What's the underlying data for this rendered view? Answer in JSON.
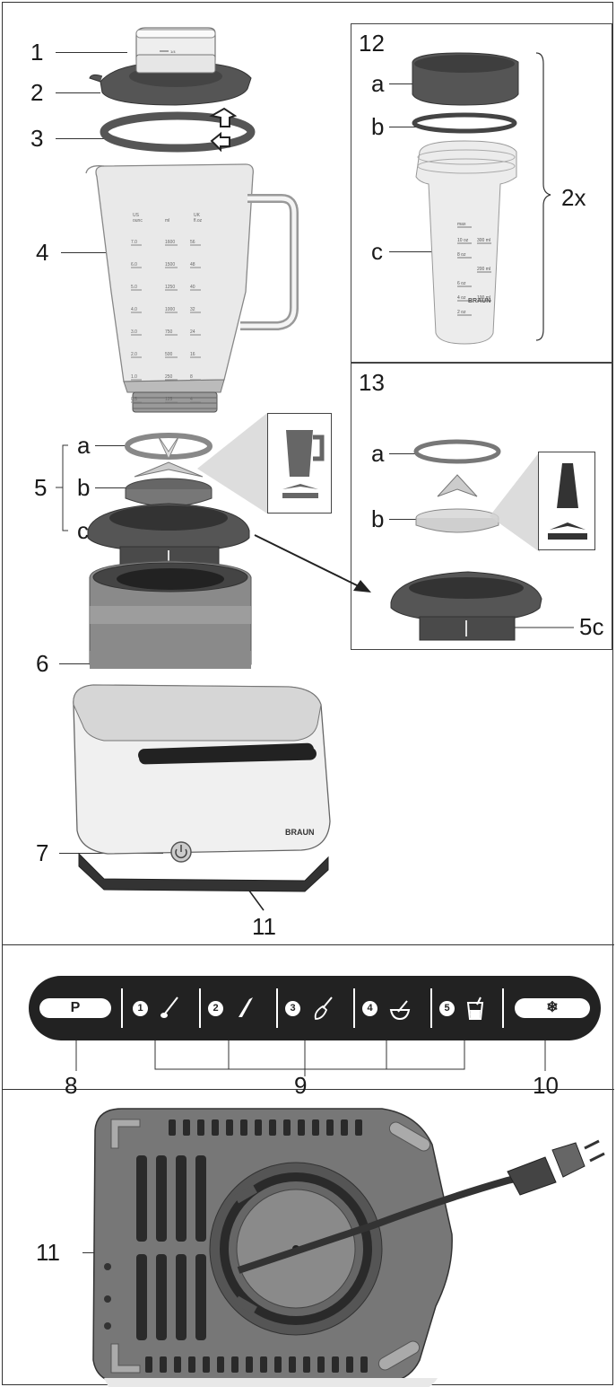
{
  "callouts": {
    "n1": "1",
    "n2": "2",
    "n3": "3",
    "n4": "4",
    "n5": "5",
    "n5a": "a",
    "n5b": "b",
    "n5c": "c",
    "n6": "6",
    "n7": "7",
    "n11": "11",
    "n12": "12",
    "n12a": "a",
    "n12b": "b",
    "n12c": "c",
    "n12qty": "2x",
    "n13": "13",
    "n13a": "a",
    "n13b": "b",
    "n13ref": "5c",
    "n8": "8",
    "n9": "9",
    "n10": "10",
    "n11_bottom": "11"
  },
  "jug_scale": {
    "head_left": "US\nounc",
    "head_mid": "ml",
    "head_right": "UK\nfl.oz",
    "rows": [
      {
        "l": "7.0",
        "m": "1600",
        "r": "56"
      },
      {
        "l": "6.0",
        "m": "1500",
        "r": "48"
      },
      {
        "l": "5.0",
        "m": "1250",
        "r": "40"
      },
      {
        "l": "4.0",
        "m": "1000",
        "r": "32"
      },
      {
        "l": "3.0",
        "m": "750",
        "r": "24"
      },
      {
        "l": "2.0",
        "m": "500",
        "r": "16"
      },
      {
        "l": "1.0",
        "m": "250",
        "r": "8"
      },
      {
        "l": "0.5",
        "m": "125",
        "r": "4"
      }
    ]
  },
  "cup_scale": {
    "max": "max",
    "rows": [
      {
        "l": "10 oz",
        "r": "300 ml"
      },
      {
        "l": "8 oz",
        "r": ""
      },
      {
        "l": "",
        "r": "200 ml"
      },
      {
        "l": "6 oz",
        "r": ""
      },
      {
        "l": "4 oz",
        "r": "100 ml"
      },
      {
        "l": "2 oz",
        "r": ""
      }
    ],
    "brand": "BRAUN"
  },
  "lid_cup_marks": [
    "1/4",
    "1/2",
    "3/4"
  ],
  "brand_logo": "BRAUN",
  "control_panel": {
    "pulse_label": "P",
    "programs": [
      {
        "number": "1",
        "icon": "spoon-icon"
      },
      {
        "number": "2",
        "icon": "knife-icon"
      },
      {
        "number": "3",
        "icon": "whisk-icon"
      },
      {
        "number": "4",
        "icon": "bowl-icon"
      },
      {
        "number": "5",
        "icon": "drink-glass-icon"
      }
    ],
    "ice_label": "❄",
    "bg": "#222222"
  },
  "colors": {
    "dark_grey": "#555555",
    "mid_grey": "#8a8a8a",
    "light_grey": "#d0d0d0"
  }
}
